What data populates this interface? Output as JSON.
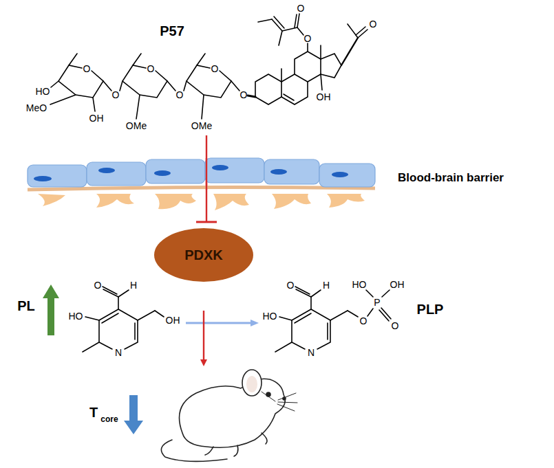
{
  "diagram": {
    "nodes": [
      {
        "text": [
          "PDXK"
        ]
      }
    ],
    "labels": [
      "P57",
      "HO",
      "MeO",
      "OH",
      "O",
      "O",
      "O",
      "OMe",
      "O",
      "O",
      "OMe",
      "O",
      "O",
      "O",
      "OH",
      "O",
      "Blood-brain barrier",
      "PL",
      "O",
      "H",
      "HO",
      "OH",
      "N",
      "PLP",
      "O",
      "H",
      "HO",
      "N",
      "HO",
      "OH",
      "P",
      "O",
      "O",
      "T",
      "core"
    ]
  }
}
